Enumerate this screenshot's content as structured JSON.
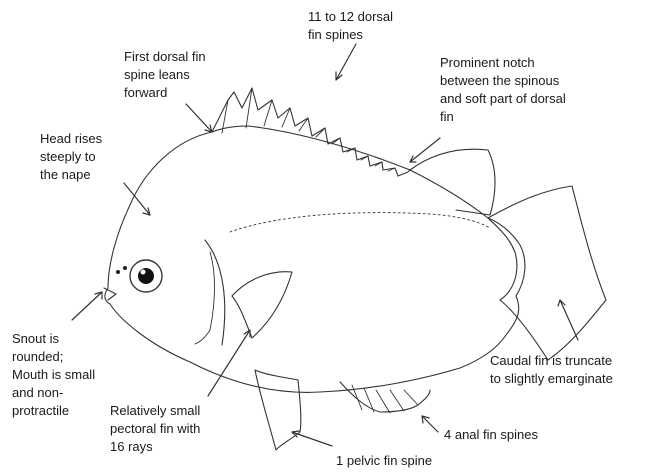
{
  "labels": {
    "dorsal_spines": [
      "11 to 12 dorsal",
      "fin spines"
    ],
    "first_spine": [
      "First dorsal fin",
      "spine leans",
      "forward"
    ],
    "notch": [
      "Prominent notch",
      "between the spinous",
      "and soft part of dorsal",
      "fin"
    ],
    "head": [
      "Head rises",
      "steeply to",
      "the nape"
    ],
    "snout": [
      "Snout is",
      "rounded;",
      "Mouth is small",
      "and non-",
      "protractile"
    ],
    "pectoral": [
      "Relatively small",
      "pectoral fin with",
      "16 rays"
    ],
    "caudal": [
      "Caudal fin is truncate",
      "to slightly emarginate"
    ],
    "anal": [
      "4 anal fin spines"
    ],
    "pelvic": [
      "1 pelvic fin spine"
    ]
  },
  "colors": {
    "line": "#333333",
    "text": "#1a1a1a",
    "background": "#ffffff"
  }
}
